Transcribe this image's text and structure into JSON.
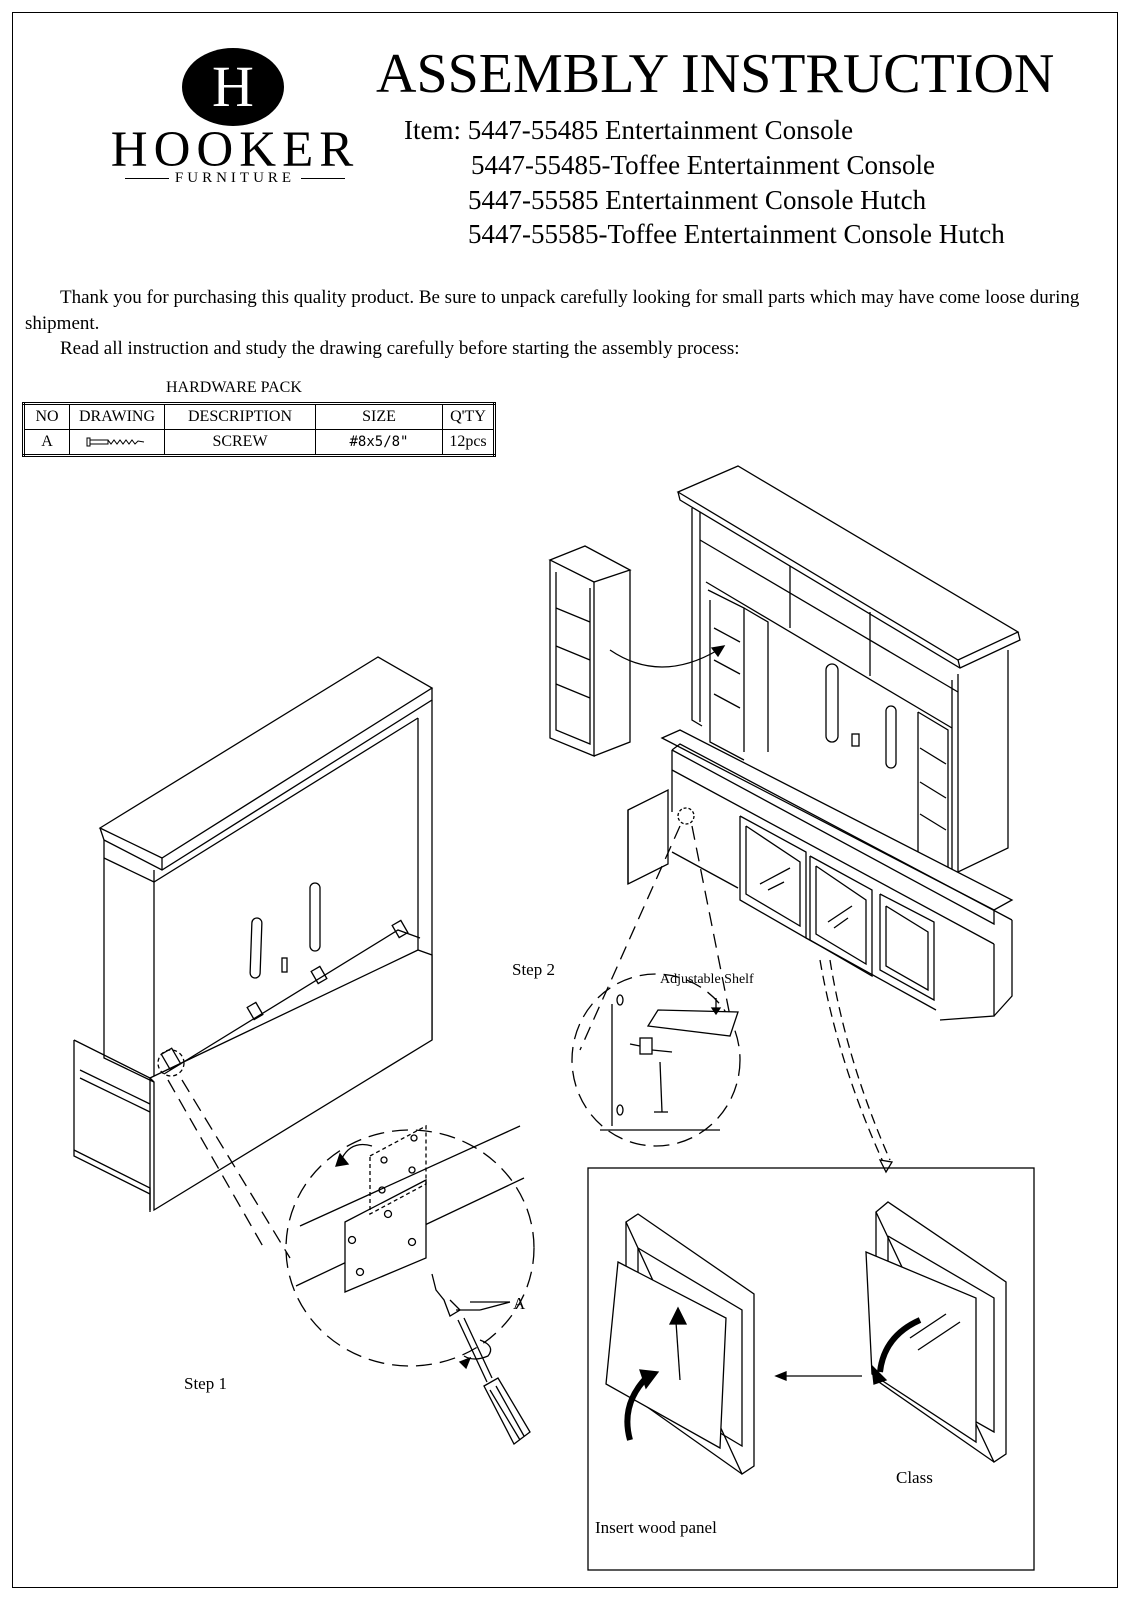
{
  "logo": {
    "monogram": "H",
    "brand": "HOOKER",
    "sub": "FURNITURE"
  },
  "title": "ASSEMBLY INSTRUCTION",
  "items": [
    "Item: 5447-55485 Entertainment Console",
    "5447-55485-Toffee Entertainment Console",
    "5447-55585 Entertainment Console Hutch",
    "5447-55585-Toffee Entertainment Console Hutch"
  ],
  "intro": {
    "p1": "Thank you for purchasing this quality product. Be sure to unpack carefully looking for small parts which may have come loose during shipment.",
    "p2": "Read all instruction and study the drawing carefully before starting the assembly process:"
  },
  "hardware": {
    "caption": "HARDWARE PACK",
    "headers": [
      "NO",
      "DRAWING",
      "DESCRIPTION",
      "SIZE",
      "Q'TY"
    ],
    "rows": [
      {
        "no": "A",
        "description": "SCREW",
        "size": "#8x5/8\"",
        "qty": "12pcs"
      }
    ]
  },
  "labels": {
    "step1": "Step 1",
    "step2": "Step 2",
    "part_a": "A",
    "adjustable_shelf": "Adjustable Shelf",
    "insert_panel": "Insert wood panel",
    "glass": "Class"
  }
}
